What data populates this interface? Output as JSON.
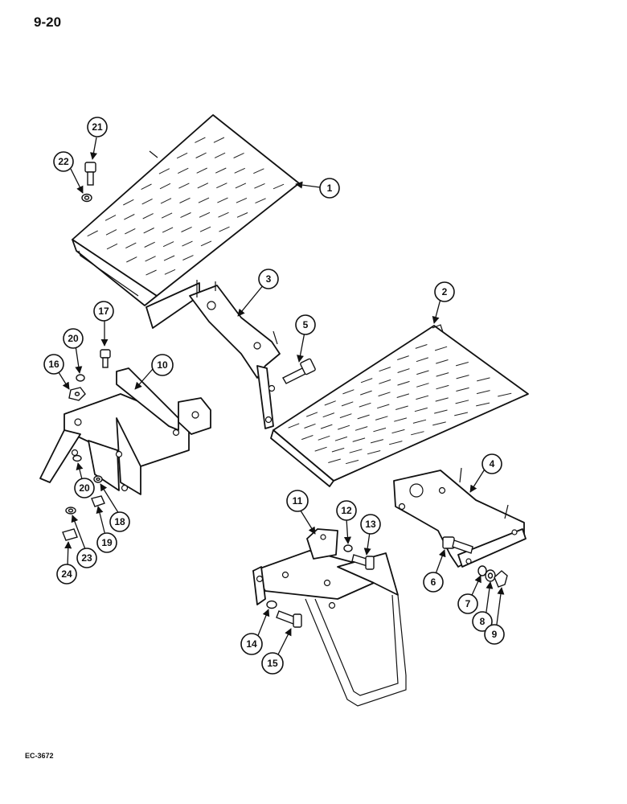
{
  "page": {
    "number": "9-20",
    "figure_code": "EC-3672"
  },
  "callouts": [
    {
      "id": "c1",
      "label": "1"
    },
    {
      "id": "c2",
      "label": "2"
    },
    {
      "id": "c3",
      "label": "3"
    },
    {
      "id": "c4",
      "label": "4"
    },
    {
      "id": "c5",
      "label": "5"
    },
    {
      "id": "c6",
      "label": "6"
    },
    {
      "id": "c7",
      "label": "7"
    },
    {
      "id": "c8",
      "label": "8"
    },
    {
      "id": "c9",
      "label": "9"
    },
    {
      "id": "c10",
      "label": "10"
    },
    {
      "id": "c11",
      "label": "11"
    },
    {
      "id": "c12",
      "label": "12"
    },
    {
      "id": "c13",
      "label": "13"
    },
    {
      "id": "c14",
      "label": "14"
    },
    {
      "id": "c15",
      "label": "15"
    },
    {
      "id": "c16",
      "label": "16"
    },
    {
      "id": "c17",
      "label": "17"
    },
    {
      "id": "c18",
      "label": "18"
    },
    {
      "id": "c19",
      "label": "19"
    },
    {
      "id": "c20a",
      "label": "20"
    },
    {
      "id": "c20b",
      "label": "20"
    },
    {
      "id": "c21",
      "label": "21"
    },
    {
      "id": "c22",
      "label": "22"
    },
    {
      "id": "c23",
      "label": "23"
    },
    {
      "id": "c24",
      "label": "24"
    }
  ]
}
